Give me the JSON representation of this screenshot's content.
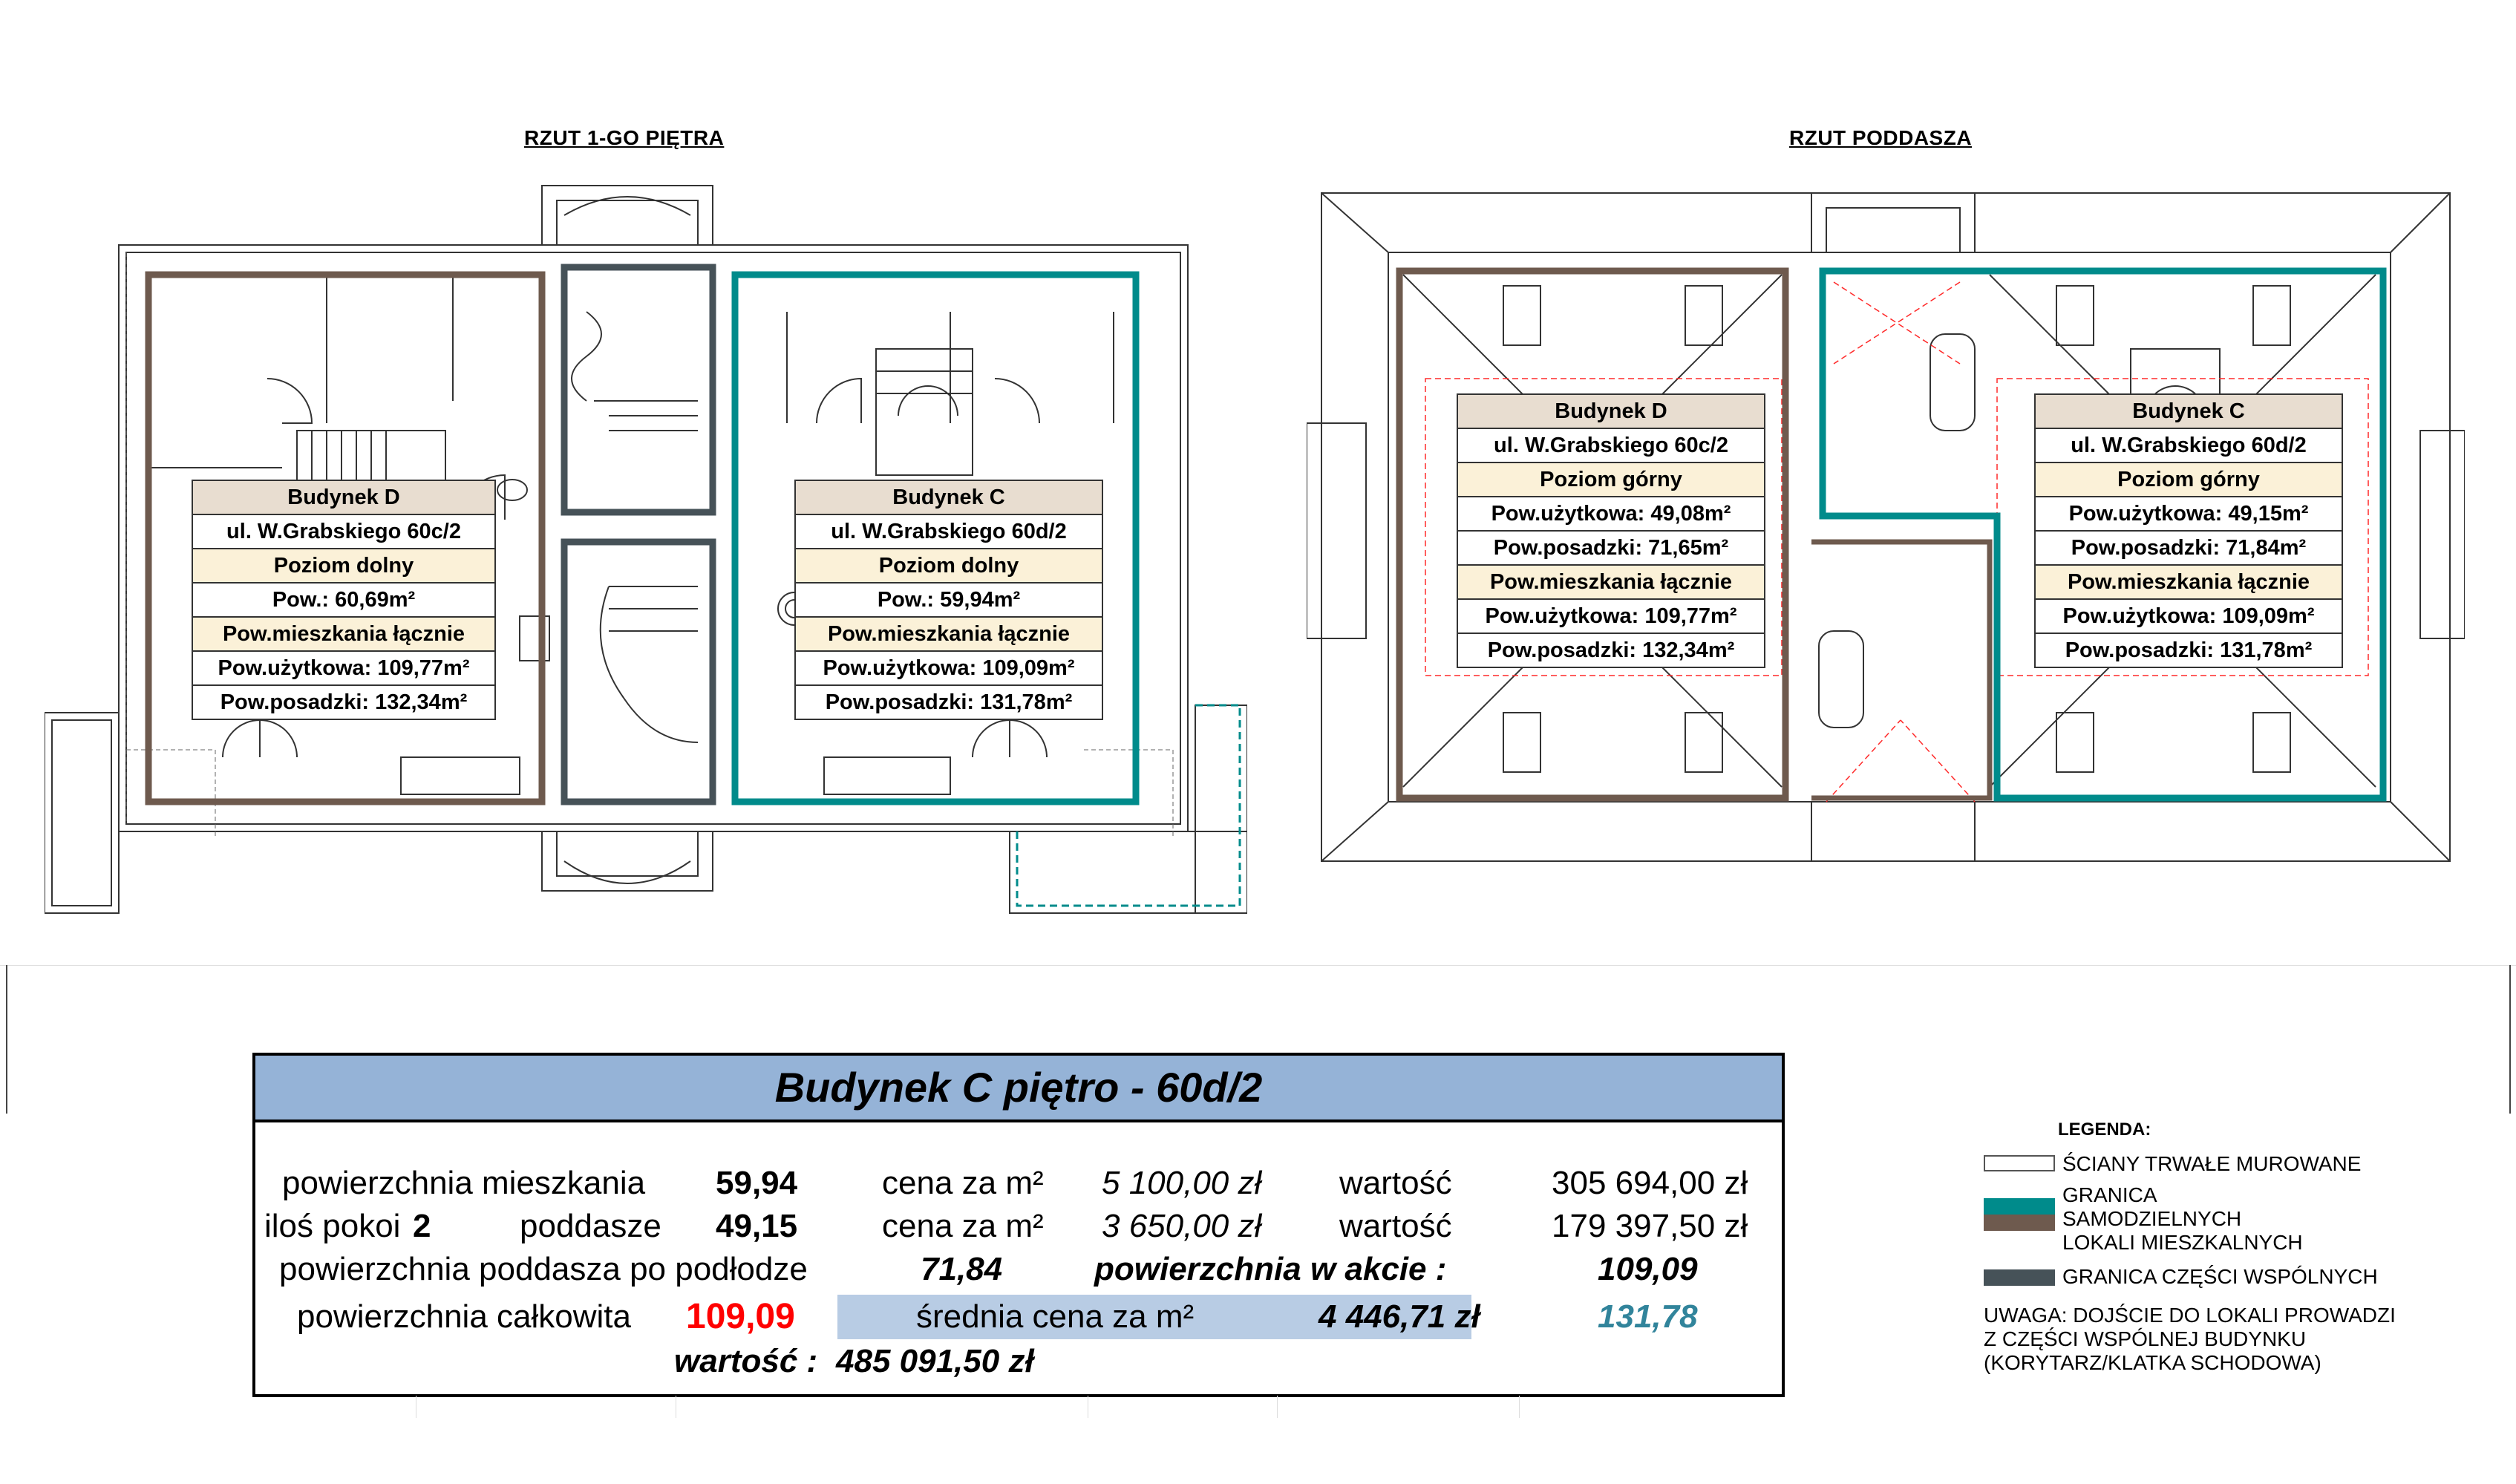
{
  "plans": {
    "left_title": "RZUT 1-GO PIĘTRA",
    "right_title": "RZUT PODDASZA"
  },
  "boxes": {
    "left_d": {
      "rows": [
        "Budynek D",
        "ul. W.Grabskiego 60c/2",
        "Poziom dolny",
        "Pow.: 60,69m²",
        "Pow.mieszkania łącznie",
        "Pow.użytkowa: 109,77m²",
        "Pow.posadzki: 132,34m²"
      ]
    },
    "left_c": {
      "rows": [
        "Budynek C",
        "ul. W.Grabskiego 60d/2",
        "Poziom dolny",
        "Pow.: 59,94m²",
        "Pow.mieszkania łącznie",
        "Pow.użytkowa: 109,09m²",
        "Pow.posadzki: 131,78m²"
      ]
    },
    "right_d": {
      "rows": [
        "Budynek D",
        "ul. W.Grabskiego 60c/2",
        "Poziom górny",
        "Pow.użytkowa: 49,08m²",
        "Pow.posadzki: 71,65m²",
        "Pow.mieszkania łącznie",
        "Pow.użytkowa: 109,77m²",
        "Pow.posadzki: 132,34m²"
      ]
    },
    "right_c": {
      "rows": [
        "Budynek C",
        "ul. W.Grabskiego 60d/2",
        "Poziom górny",
        "Pow.użytkowa: 49,15m²",
        "Pow.posadzki: 71,84m²",
        "Pow.mieszkania łącznie",
        "Pow.użytkowa: 109,09m²",
        "Pow.posadzki: 131,78m²"
      ]
    }
  },
  "summary": {
    "title": "Budynek C  piętro - 60d/2",
    "row1": {
      "label": "powierzchnia mieszkania",
      "value": "59,94",
      "price_label": "cena za m²",
      "price": "5 100,00 zł",
      "value_label": "wartość",
      "amount": "305 694,00 zł"
    },
    "row2": {
      "label": "iloś pokoi",
      "rooms": "2",
      "attic_label": "poddasze",
      "value": "49,15",
      "price_label": "cena za m²",
      "price": "3 650,00 zł",
      "value_label": "wartość",
      "amount": "179 397,50 zł"
    },
    "row3": {
      "label": "powierzchnia poddasza po podłodze",
      "value": "71,84",
      "promo_label": "powierzchnia w akcie :",
      "promo_value": "109,09"
    },
    "row4": {
      "label": "powierzchnia całkowita",
      "value": "109,09",
      "avg_label": "średnia cena za m²",
      "avg_value": "4 446,71 zł",
      "floor_total": "131,78"
    },
    "row5": {
      "label": "wartość :",
      "value": "485 091,50 zł"
    }
  },
  "legend": {
    "title": "LEGENDA:",
    "walls": "ŚCIANY TRWAŁE MUROWANE",
    "boundary": [
      "GRANICA",
      "SAMODZIELNYCH",
      "LOKALI MIESZKALNYCH"
    ],
    "common": "GRANICA CZĘŚCI WSPÓLNYCH",
    "note": [
      "UWAGA: DOJŚCIE DO LOKALI PROWADZI",
      "Z CZĘŚCI WSPÓLNEJ BUDYNKU",
      "(KORYTARZ/KLATKA SCHODOWA)"
    ]
  },
  "colors": {
    "teal": "#008b8b",
    "brown": "#6e5a4e",
    "grey": "#465258",
    "title_bg": "#95b3d7",
    "avg_bg": "#b8cce4",
    "red": "#ff0000",
    "teal_text": "#31849b"
  }
}
